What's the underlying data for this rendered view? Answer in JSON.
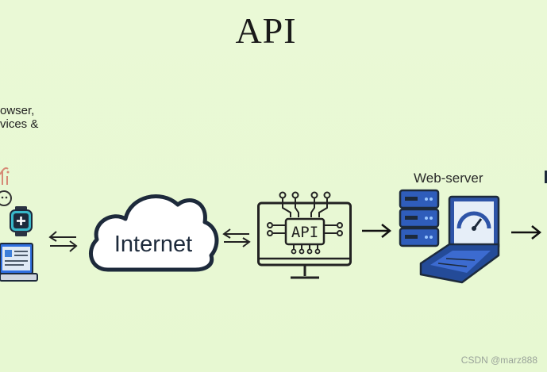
{
  "title": "API",
  "left_text": {
    "line1": "owser,",
    "line2": "vices &"
  },
  "cloud_label": "Internet",
  "api_chip_label": "API",
  "web_server_label": "Web-server",
  "watermark": "CSDN @marz888",
  "colors": {
    "background": "#e9f9d4",
    "navy": "#1d2a3b",
    "server_blue": "#2f5dbb",
    "laptop_blue": "#2e54a8"
  },
  "icons": [
    "devices-icon",
    "cloud-icon",
    "api-chip-monitor-icon",
    "server-rack-icon",
    "laptop-dashboard-icon"
  ]
}
